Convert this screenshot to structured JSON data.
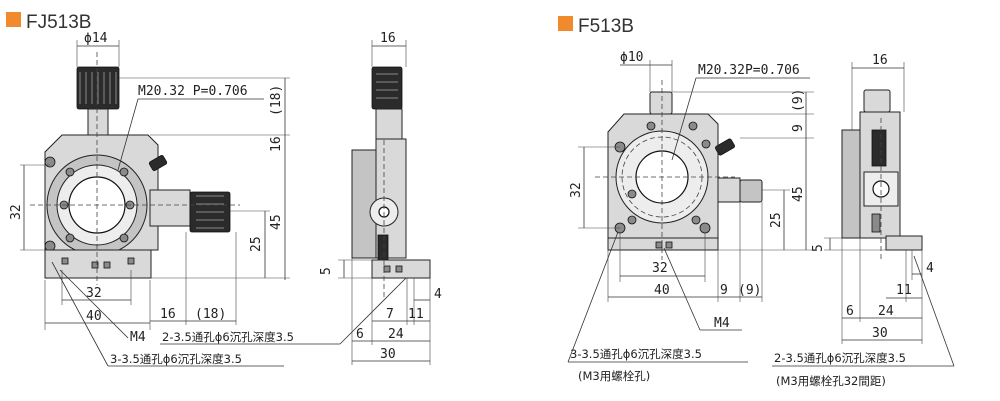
{
  "left": {
    "title": "FJ513B",
    "dims": {
      "phi": "ϕ14",
      "thread": "M20.32 P=0.706",
      "d18v": "(18)",
      "d16v": "16",
      "d45": "45",
      "d25": "25",
      "d32v": "32",
      "d5": "5",
      "d32h": "32",
      "d40": "40",
      "d16h": "16",
      "d18h": "(18)",
      "m4": "M4",
      "side16": "16",
      "d4": "4",
      "d7": "7",
      "d11": "11",
      "d6": "6",
      "d24": "24",
      "d30": "30"
    },
    "note1": "2-3.5通孔ϕ6沉孔深度3.5",
    "note2": "3-3.5通孔ϕ6沉孔深度3.5"
  },
  "right": {
    "title": "F513B",
    "dims": {
      "phi": "ϕ10",
      "thread": "M20.32P=0.706",
      "d9a": "(9)",
      "d9b": "9",
      "d45": "45",
      "d25": "25",
      "d32v": "32",
      "d5": "5",
      "d32h": "32",
      "d40": "40",
      "d9c": "9",
      "d9d": "(9)",
      "m4": "M4",
      "side16": "16",
      "d4": "4",
      "d11": "11",
      "d6": "6",
      "d24": "24",
      "d30": "30"
    },
    "note1a": "3-3.5通孔ϕ6沉孔深度3.5",
    "note1b": "(M3用螺栓孔)",
    "note2a": "2-3.5通孔ϕ6沉孔深度3.5",
    "note2b": "(M3用螺栓孔32間距)"
  },
  "colors": {
    "marker": "#f08a2c",
    "line": "#333333",
    "body": "#d9d9d9",
    "knob": "#2b2b2b"
  }
}
